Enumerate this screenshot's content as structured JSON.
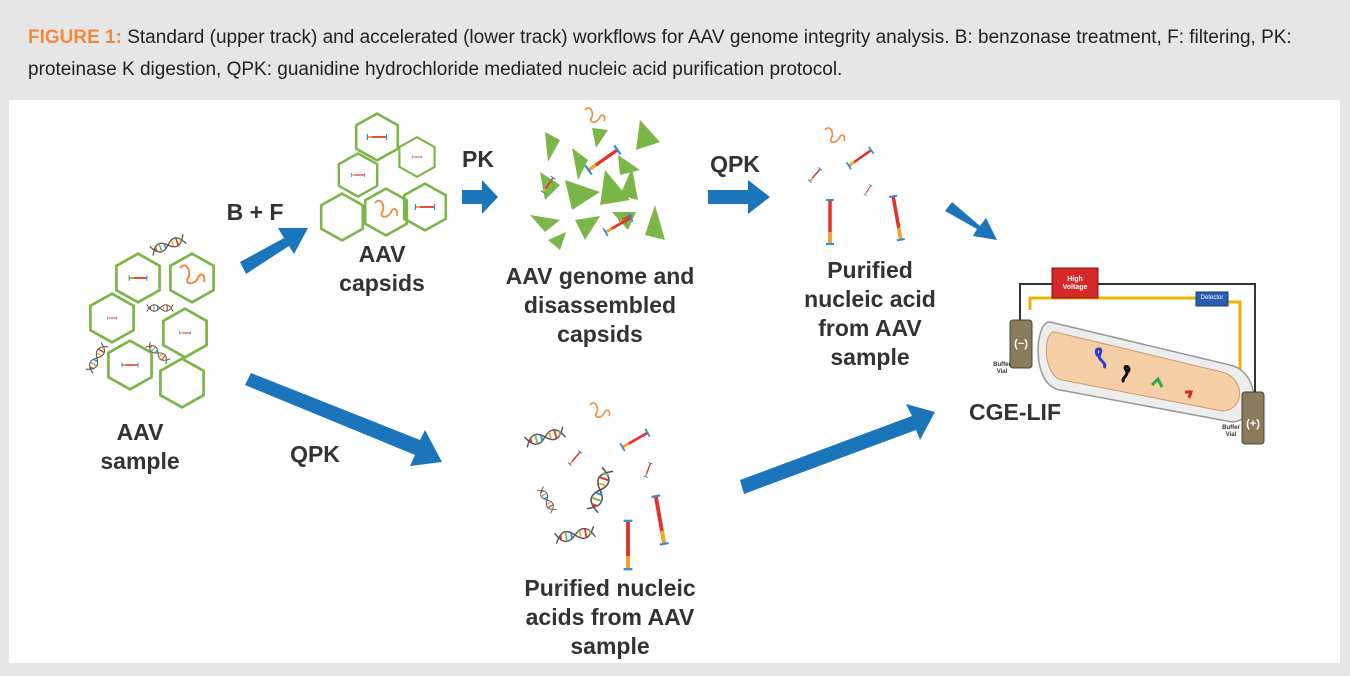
{
  "caption": {
    "lead": "FIGURE 1:",
    "text": "Standard (upper track) and accelerated (lower track) workflows for AAV genome integrity analysis. B: benzonase treatment, F: filtering, PK: proteinase K digestion, QPK: guanidine hydrochloride mediated nucleic acid purification protocol."
  },
  "labels": {
    "aav_sample_1": "AAV",
    "aav_sample_2": "sample",
    "bf": "B + F",
    "capsids_1": "AAV",
    "capsids_2": "capsids",
    "pk": "PK",
    "genome_1": "AAV genome and",
    "genome_2": "disassembled",
    "genome_3": "capsids",
    "qpk_top": "QPK",
    "purified_top_1": "Purified",
    "purified_top_2": "nucleic acid",
    "purified_top_3": "from AAV",
    "purified_top_4": "sample",
    "qpk_bottom": "QPK",
    "purified_bottom_1": "Purified nucleic",
    "purified_bottom_2": "acids from AAV",
    "purified_bottom_3": "sample",
    "cge": "CGE-LIF"
  },
  "instrument": {
    "high_voltage": "High Voltage",
    "detector": "Detector",
    "buffer_vial": "Buffer Vial",
    "neg": "(−)",
    "pos": "(+)"
  },
  "colors": {
    "accent": "#f08a3c",
    "arrow": "#1b75bb",
    "capsid": "#7ab648",
    "label": "#333333"
  }
}
